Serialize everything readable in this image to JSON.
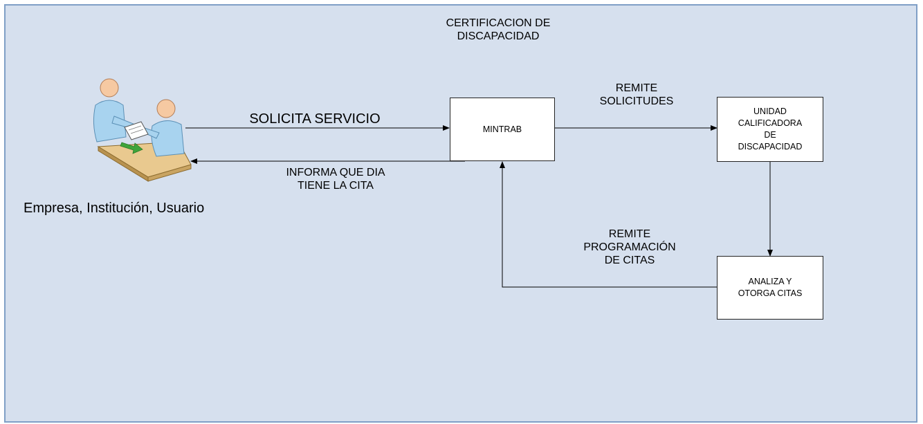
{
  "diagram": {
    "title_line1": "CERTIFICACION DE",
    "title_line2": "DISCAPACIDAD",
    "actor_label": "Empresa, Institución, Usuario",
    "nodes": {
      "mintrab": "MINTRAB",
      "unidad_line1": "UNIDAD",
      "unidad_line2": "CALIFICADORA",
      "unidad_line3": "DE",
      "unidad_line4": "DISCAPACIDAD",
      "analiza_line1": "ANALIZA Y",
      "analiza_line2": "OTORGA CITAS"
    },
    "edges": {
      "solicita": "SOLICITA SERVICIO",
      "informa_line1": "INFORMA QUE DIA",
      "informa_line2": "TIENE LA CITA",
      "remite_sol_line1": "REMITE",
      "remite_sol_line2": "SOLICITUDES",
      "remite_prog_line1": "REMITE",
      "remite_prog_line2": "PROGRAMACIÓN",
      "remite_prog_line3": "DE CITAS"
    },
    "colors": {
      "background": "#d6e0ee",
      "border": "#7f9fc6",
      "box_fill": "#ffffff"
    },
    "icons": {
      "actor": "people-at-desk-icon"
    }
  }
}
